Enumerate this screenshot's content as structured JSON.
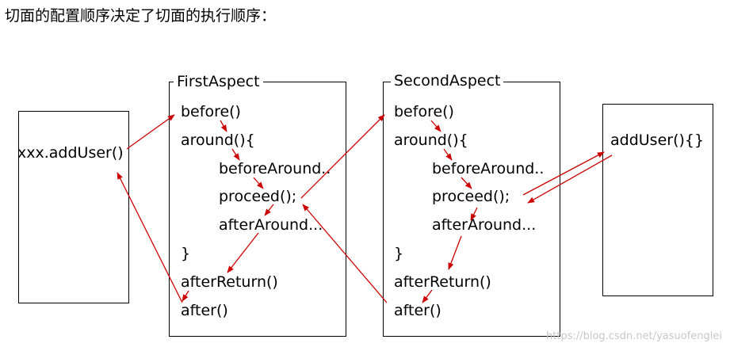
{
  "heading": "切面的配置顺序决定了切面的执行顺序：",
  "caller": {
    "call": "xxx.addUser()"
  },
  "first_aspect": {
    "title": "FirstAspect",
    "lines": [
      "before()",
      "around(){",
      "beforeAround..",
      "proceed();",
      "afterAround...",
      "}",
      "afterReturn()",
      "after()"
    ]
  },
  "second_aspect": {
    "title": "SecondAspect",
    "lines": [
      "before()",
      "around(){",
      "beforeAround..",
      "proceed();",
      "afterAround...",
      "}",
      "afterReturn()",
      "after()"
    ]
  },
  "target": {
    "method": "addUser(){}"
  },
  "watermark": "https://blog.csdn.net/yasuofenglei",
  "colors": {
    "arrow": "#cc0000",
    "border": "#000000"
  }
}
